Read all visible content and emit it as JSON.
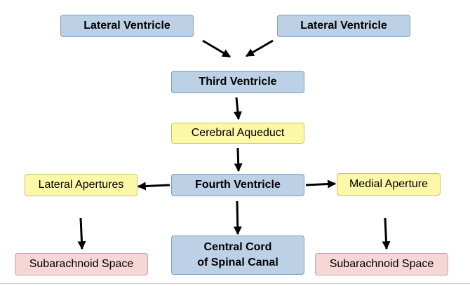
{
  "nodes": {
    "lateral_ventricle_left": "Lateral Ventricle",
    "lateral_ventricle_right": "Lateral Ventricle",
    "third_ventricle": "Third Ventricle",
    "cerebral_aqueduct": "Cerebral Aqueduct",
    "fourth_ventricle": "Fourth Ventricle",
    "lateral_apertures": "Lateral Apertures",
    "medial_aperture": "Medial Aperture",
    "central_cord_line1": "Central Cord",
    "central_cord_line2": "of Spinal Canal",
    "subarachnoid_left": "Subarachnoid Space",
    "subarachnoid_right": "Subarachnoid Space"
  },
  "colors": {
    "ventricle_fill": "#bcd0e6",
    "passage_fill": "#fbf8a8",
    "space_fill": "#f4d7d6",
    "arrow": "#000000"
  }
}
